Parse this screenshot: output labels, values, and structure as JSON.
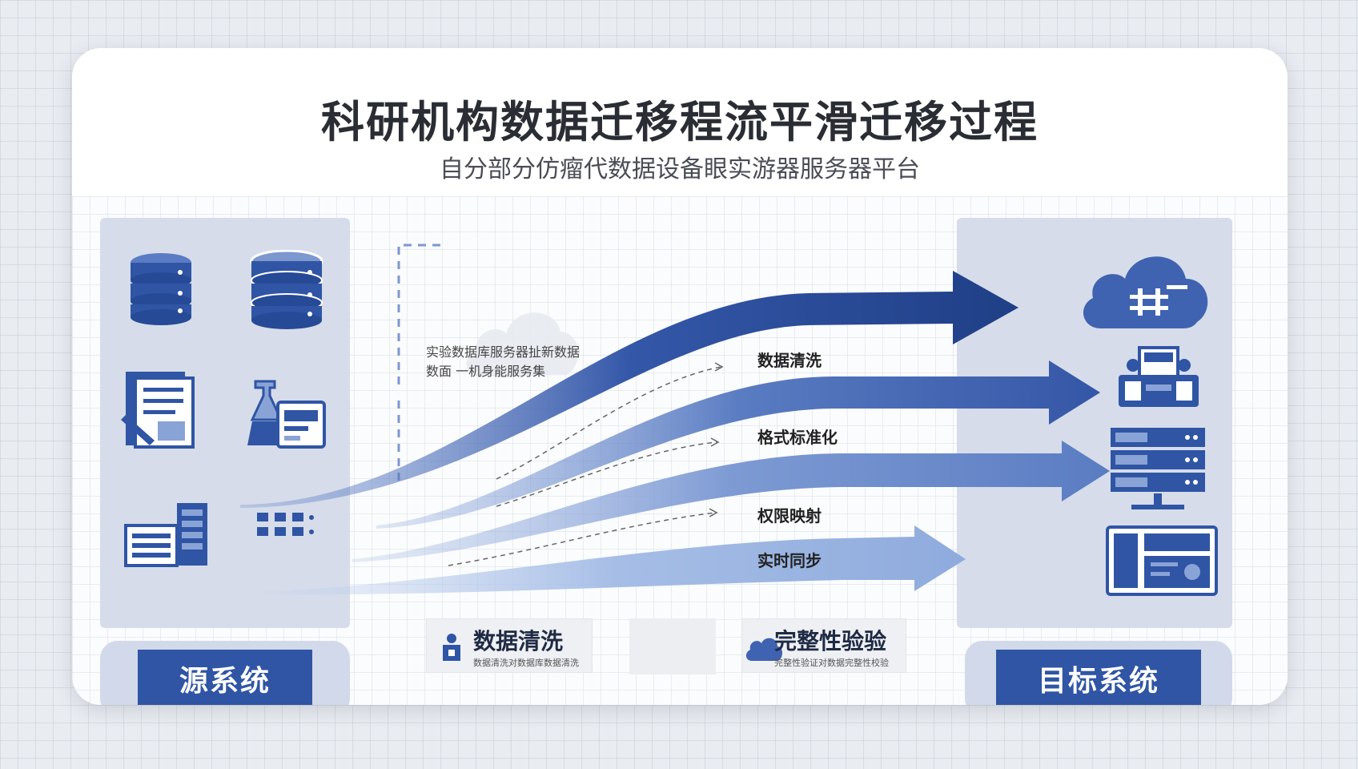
{
  "header": {
    "title": "科研机构数据迁移程流平滑迁移过程",
    "subtitle": "自分部分仿瘤代数据设备眼实游器服务器平台"
  },
  "source": {
    "label": "源系统",
    "icons": [
      "database-icon",
      "database-icon",
      "document-icon",
      "lab-equipment-icon",
      "server-building-icon",
      "network-nodes-icon"
    ]
  },
  "target": {
    "label": "目标系统",
    "icons": [
      "cloud-icon",
      "workstation-icon",
      "server-rack-icon",
      "dashboard-icon"
    ]
  },
  "note": {
    "line1": "实验数据库服务器扯新数据",
    "line2": "数面 一机身能服务集"
  },
  "stages": [
    {
      "label": "数据清洗"
    },
    {
      "label": "格式标准化"
    },
    {
      "label": "权限映射"
    },
    {
      "label": "实时同步"
    }
  ],
  "legend": [
    {
      "title": "数据清洗",
      "desc": "数据清洗对数据库数据清洗",
      "icon": "person-icon"
    },
    {
      "title": "完整性验验",
      "desc": "完整性验证对数据完整性校验",
      "icon": "cloud-icon"
    }
  ],
  "colors": {
    "arrow_dark": "#1f3f86",
    "arrow_mid": "#3f63b0",
    "arrow_light": "#a9c0e4",
    "panel": "#d6dcea",
    "label": "#2f55a4"
  }
}
